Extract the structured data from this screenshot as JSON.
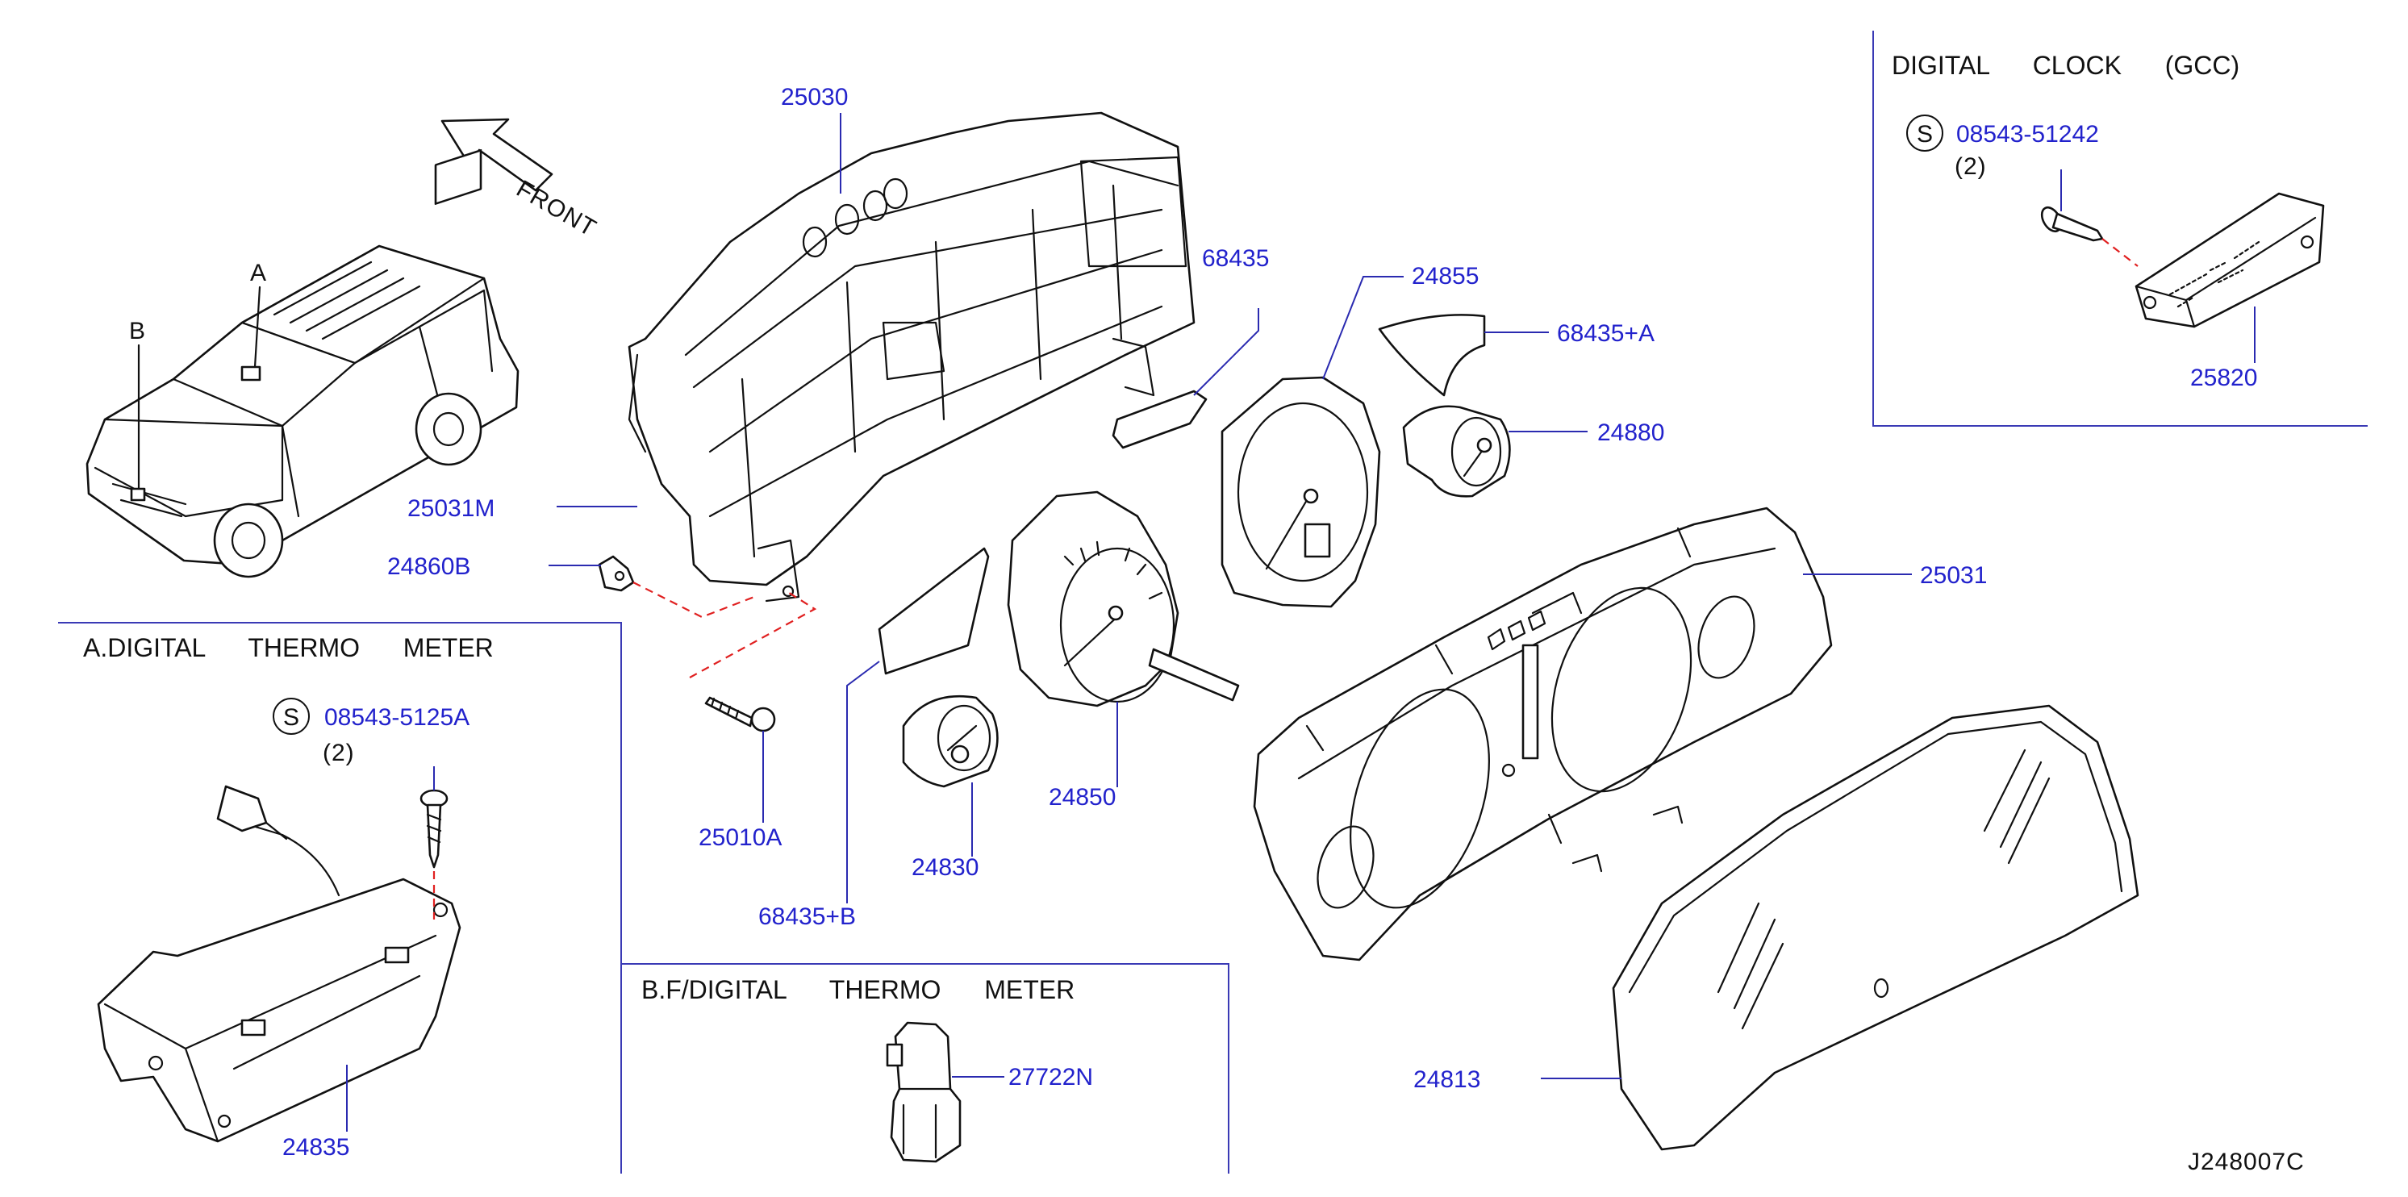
{
  "diagram_id": "J248007C",
  "front_label": "FRONT",
  "car_labels": {
    "a": "A",
    "b": "B"
  },
  "sections": {
    "a": {
      "title": "A.DIGITAL  THERMO  METER"
    },
    "b": {
      "title": "B.F/DIGITAL  THERMO  METER"
    },
    "clock": {
      "title": "DIGITAL  CLOCK  (GCC)"
    }
  },
  "screw_symbol": "S",
  "parts": {
    "p25030": "25030",
    "p25031M": "25031M",
    "p24860B": "24860B",
    "p25010A": "25010A",
    "p68435": "68435",
    "p68435B": "68435+B",
    "p24830": "24830",
    "p24850": "24850",
    "p24855": "24855",
    "p68435A": "68435+A",
    "p24880": "24880",
    "p25031": "25031",
    "p24813": "24813",
    "p24835": "24835",
    "p27722N": "27722N",
    "p25820": "25820",
    "screw_a": "08543-5125A",
    "screw_clock": "08543-51242"
  },
  "quantities": {
    "screw_a": "(2)",
    "screw_clock": "(2)"
  },
  "colors": {
    "part_number": "#2222cc",
    "leader": "#2a2ab0",
    "dashed_connector": "#e02020",
    "line_art": "#111111"
  }
}
